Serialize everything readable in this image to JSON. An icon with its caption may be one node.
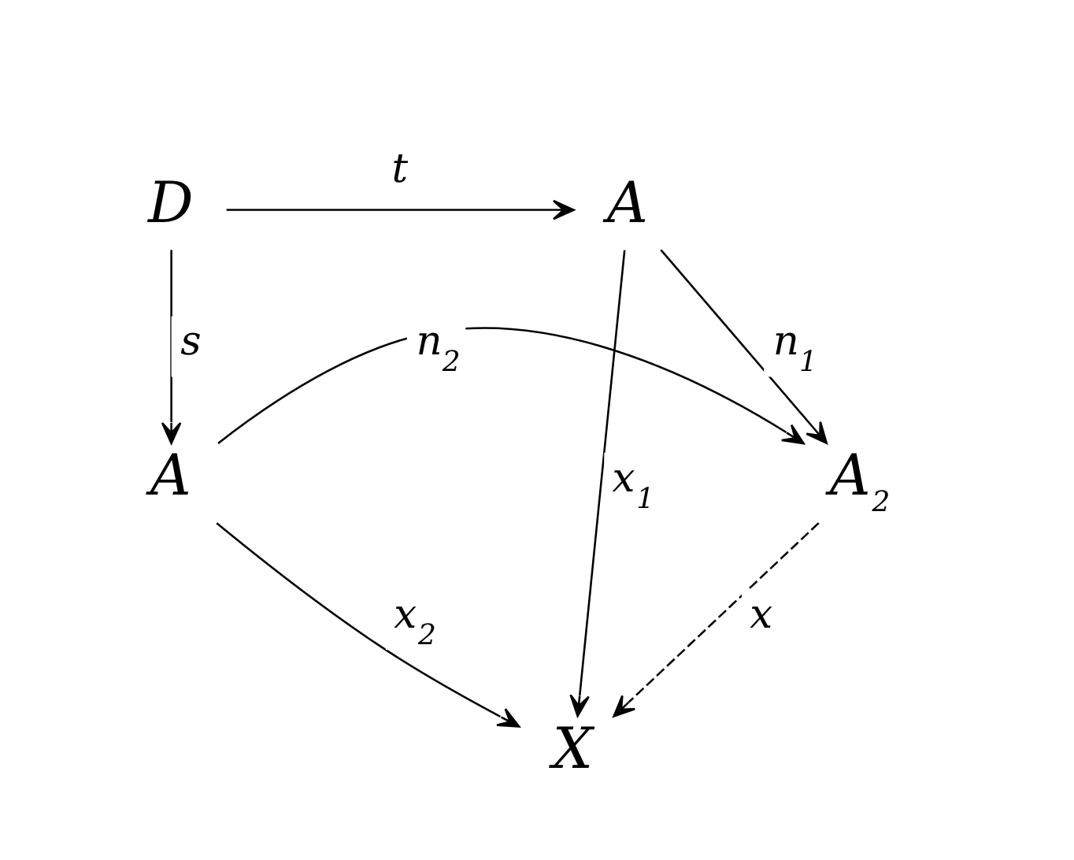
{
  "diagram": {
    "nodes": [
      {
        "text": [
          "D"
        ]
      },
      {
        "text": [
          "A"
        ]
      },
      {
        "text": [
          "A"
        ]
      },
      {
        "text": [
          "A$_{2}$"
        ]
      },
      {
        "text": [
          "X"
        ]
      }
    ],
    "edges": [
      {
        "from": 0,
        "to": 1,
        "arrow": "to",
        "label": "t"
      },
      {
        "from": 0,
        "to": 2,
        "arrow": "to",
        "label": "s"
      },
      {
        "from": 1,
        "to": 3,
        "arrow": "to",
        "label": "n$_{1}$"
      },
      {
        "from": 2,
        "to": 3,
        "arrow": "to",
        "label": "n$_{2}$"
      },
      {
        "from": 1,
        "to": 4,
        "arrow": "to",
        "label": "x$_{1}$"
      },
      {
        "from": 3,
        "to": 4,
        "arrow": "to",
        "label": "x",
        "style": "dashed"
      },
      {
        "from": 2,
        "to": 4,
        "arrow": "to",
        "label": "x$_{2}$"
      }
    ]
  }
}
